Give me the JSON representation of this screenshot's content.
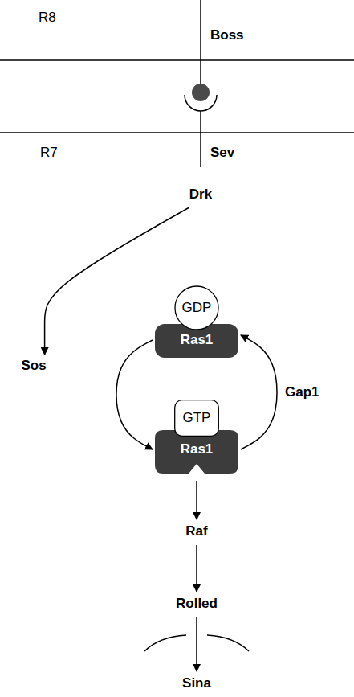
{
  "diagram": {
    "nodes": [
      {
        "text": [
          "Drk"
        ]
      },
      {
        "text": [
          "Ras1"
        ]
      },
      {
        "text": [
          "GDP"
        ],
        "in": 1
      },
      {
        "text": [
          "Sos"
        ]
      },
      {
        "text": [
          "Ras1"
        ]
      },
      {
        "text": [
          "GTP"
        ],
        "in": 4
      },
      {
        "text": [
          "Raf"
        ]
      },
      {
        "text": [
          "Rolled"
        ]
      },
      {
        "text": [
          "Sina"
        ]
      }
    ],
    "edges": [
      {
        "from": 0,
        "to": 3,
        "arrow": "to"
      },
      {
        "from": 1,
        "to": 4,
        "arrow": "to"
      },
      {
        "from": 4,
        "to": 1,
        "label": "Gap1",
        "arrow": "to"
      },
      {
        "from": 4,
        "to": 6,
        "arrow": "to"
      },
      {
        "from": 6,
        "to": 7,
        "arrow": "to"
      },
      {
        "from": 7,
        "to": 8,
        "arrow": "to"
      }
    ],
    "labels": [
      "R8",
      "Boss",
      "R7",
      "Sev"
    ]
  }
}
